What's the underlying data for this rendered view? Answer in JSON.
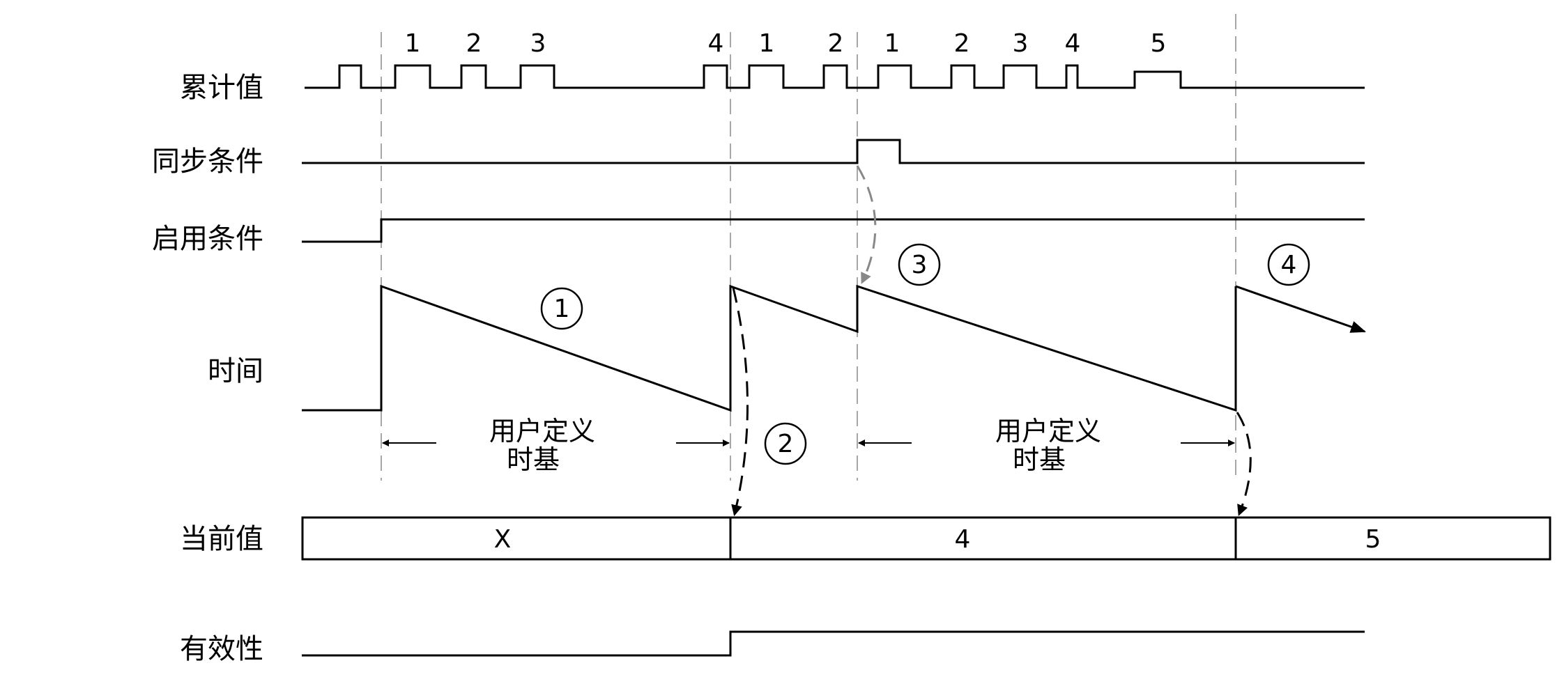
{
  "signals": {
    "accumulated": "累计值",
    "sync": "同步条件",
    "enable": "启用条件",
    "time": "时间",
    "current": "当前值",
    "validity": "有效性"
  },
  "pulse_numbers": [
    "1",
    "2",
    "3",
    "4",
    "1",
    "2",
    "1",
    "2",
    "3",
    "4",
    "5"
  ],
  "timebase_label": {
    "line1": "用户定义",
    "line2": "时基"
  },
  "markers": [
    "1",
    "2",
    "3",
    "4"
  ],
  "current_values": [
    "X",
    "4",
    "5"
  ]
}
